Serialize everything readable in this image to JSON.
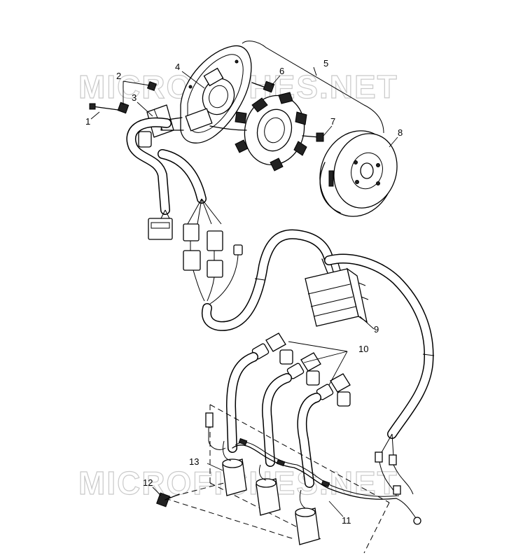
{
  "watermark": {
    "text": "MICROFICHES.NET"
  },
  "callouts": [
    {
      "id": "c1",
      "text": "1"
    },
    {
      "id": "c2",
      "text": "2"
    },
    {
      "id": "c3",
      "text": "3"
    },
    {
      "id": "c4",
      "text": "4"
    },
    {
      "id": "c5",
      "text": "5"
    },
    {
      "id": "c6",
      "text": "6"
    },
    {
      "id": "c7",
      "text": "7"
    },
    {
      "id": "c8",
      "text": "8"
    },
    {
      "id": "c9",
      "text": "9"
    },
    {
      "id": "c10",
      "text": "10"
    },
    {
      "id": "c11",
      "text": "11"
    },
    {
      "id": "c12",
      "text": "12"
    },
    {
      "id": "c13",
      "text": "13"
    }
  ]
}
